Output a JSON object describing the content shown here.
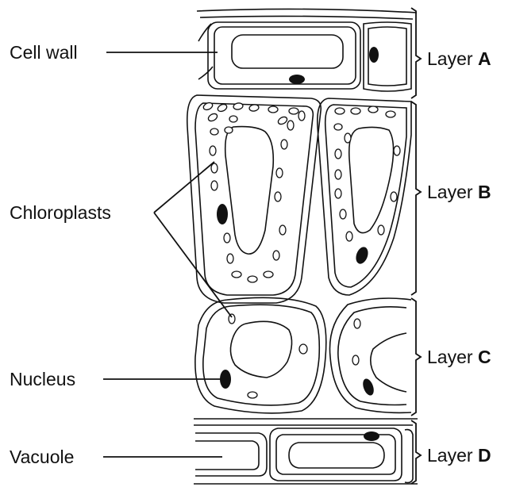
{
  "labels": {
    "cell_wall": "Cell wall",
    "chloroplasts": "Chloroplasts",
    "nucleus": "Nucleus",
    "vacuole": "Vacuole"
  },
  "layers": [
    {
      "prefix": "Layer ",
      "letter": "A"
    },
    {
      "prefix": "Layer ",
      "letter": "B"
    },
    {
      "prefix": "Layer ",
      "letter": "C"
    },
    {
      "prefix": "Layer ",
      "letter": "D"
    }
  ],
  "colors": {
    "ink": "#111111",
    "background": "#ffffff"
  }
}
